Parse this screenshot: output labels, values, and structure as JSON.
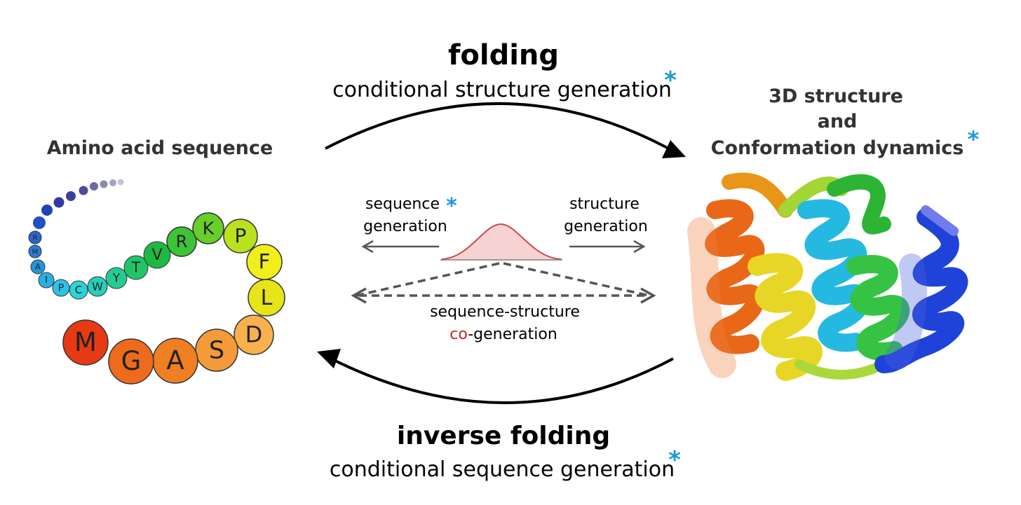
{
  "top": {
    "title": "folding",
    "subtitle": "conditional structure generation",
    "asterisk": "*"
  },
  "bottom": {
    "title": "inverse folding",
    "subtitle": "conditional sequence generation",
    "asterisk": "*"
  },
  "left": {
    "title": "Amino acid sequence",
    "residues_large": [
      "M",
      "G",
      "A",
      "S",
      "D",
      "L",
      "F",
      "P",
      "K",
      "R",
      "V",
      "T",
      "Y",
      "W",
      "C",
      "P",
      "I",
      "A",
      "M",
      "R"
    ]
  },
  "right": {
    "title_line1": "3D structure",
    "title_line2": "and",
    "title_line3": "Conformation dynamics",
    "asterisk": "*"
  },
  "center": {
    "sequence_line1": "sequence",
    "sequence_asterisk": "*",
    "sequence_line2": "generation",
    "structure_line1": "structure",
    "structure_line2": "generation",
    "cogen_line1": "sequence-structure",
    "cogen_co": "co",
    "cogen_rest": "-generation"
  },
  "colors": {
    "asterisk": "#1a9ad6",
    "co_highlight": "#c0281e",
    "curve": "#cc4a4a",
    "curve_fill": "#f7d2d2"
  }
}
